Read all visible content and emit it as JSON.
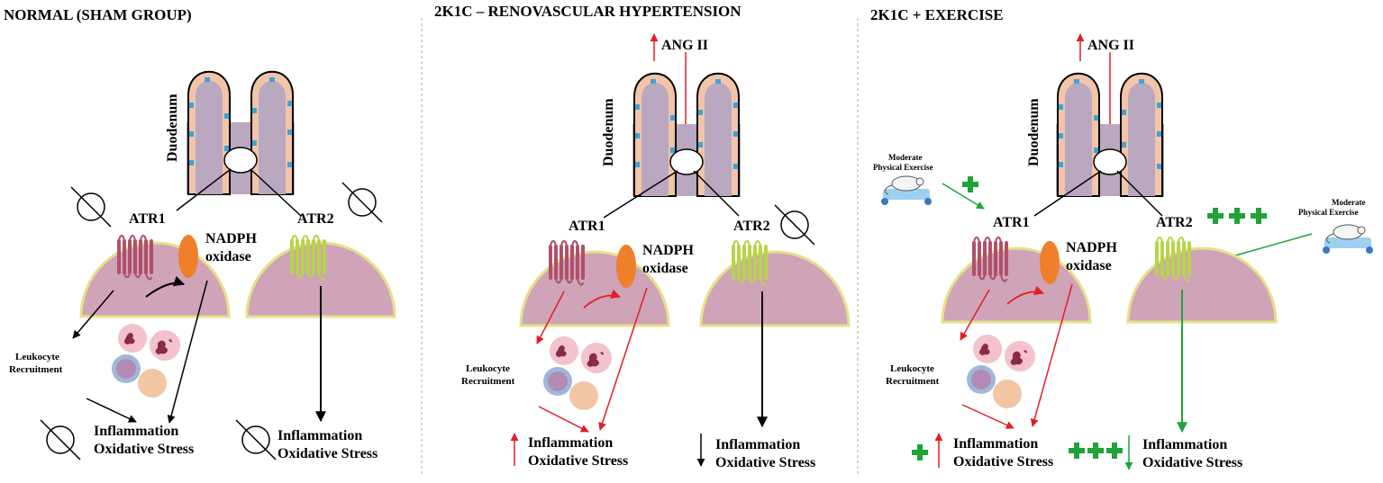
{
  "panels": [
    {
      "title": "NORMAL (SHAM GROUP)",
      "tissue": "Duodenum",
      "receptor1": "ATR1",
      "receptor2": "ATR2",
      "enzyme_line1": "NADPH",
      "enzyme_line2": "oxidase",
      "leukocyte_line1": "Leukocyte",
      "leukocyte_line2": "Recruitment",
      "outcome_line1": "Inflammation",
      "outcome_line2": "Oxidative Stress"
    },
    {
      "title": "2K1C – RENOVASCULAR HYPERTENSION",
      "stimulus": "ANG II",
      "tissue": "Duodenum",
      "receptor1": "ATR1",
      "receptor2": "ATR2",
      "enzyme_line1": "NADPH",
      "enzyme_line2": "oxidase",
      "leukocyte_line1": "Leukocyte",
      "leukocyte_line2": "Recruitment",
      "outcome_line1": "Inflammation",
      "outcome_line2": "Oxidative Stress"
    },
    {
      "title": "2K1C + EXERCISE",
      "stimulus": "ANG II",
      "tissue": "Duodenum",
      "receptor1": "ATR1",
      "receptor2": "ATR2",
      "enzyme_line1": "NADPH",
      "enzyme_line2": "oxidase",
      "leukocyte_line1": "Leukocyte",
      "leukocyte_line2": "Recruitment",
      "outcome_line1": "Inflammation",
      "outcome_line2": "Oxidative Stress",
      "exercise_line1": "Moderate",
      "exercise_line2": "Physical Exercise"
    }
  ],
  "colors": {
    "increase_arrow": "#e31e24",
    "exercise_plus": "#1fa33a",
    "receptor_atr1": "#b0506a",
    "receptor_atr2": "#b8d44a",
    "nadph": "#f07f2a",
    "cell_body": "#cfa3b8",
    "villus": "#b9a8c0",
    "divider": "#b7d7a6"
  }
}
